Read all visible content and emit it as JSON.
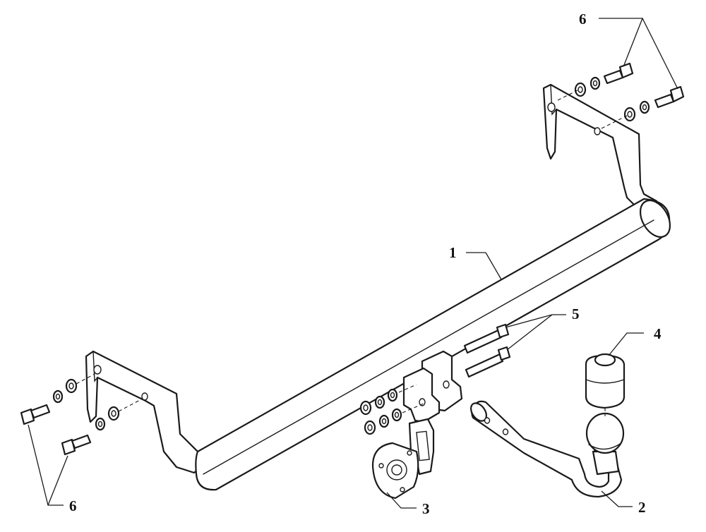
{
  "labels": {
    "part_1": "1",
    "part_2": "2",
    "part_3": "3",
    "part_4": "4",
    "part_5": "5",
    "part_6_top": "6",
    "part_6_bottom": "6"
  },
  "colors": {
    "line": "#1a1a1a",
    "background": "#ffffff"
  }
}
